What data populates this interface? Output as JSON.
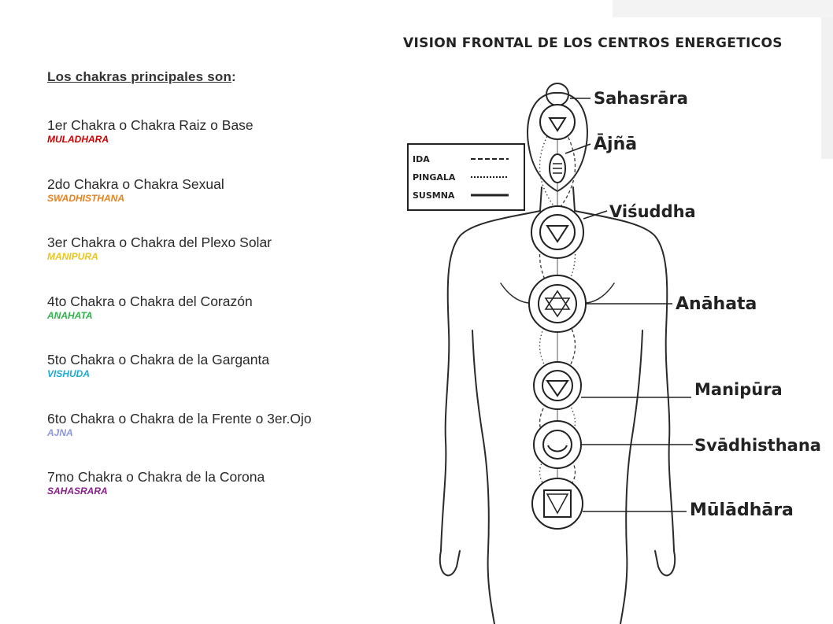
{
  "heading": {
    "text": "Los chakras principales son",
    "colon": ":"
  },
  "chakras": [
    {
      "name": "1er Chakra o Chakra Raiz o Base",
      "sanskrit": "MULADHARA",
      "color": "#cc0000"
    },
    {
      "name": "2do Chakra o Chakra Sexual",
      "sanskrit": "SWADHISTHANA",
      "color": "#e8821e"
    },
    {
      "name": "3er Chakra o Chakra del Plexo Solar",
      "sanskrit": "MANIPURA",
      "color": "#e8c51e"
    },
    {
      "name": "4to Chakra o Chakra del Corazón",
      "sanskrit": "ANAHATA",
      "color": "#2fb34a"
    },
    {
      "name": "5to Chakra o Chakra de la Garganta",
      "sanskrit": "VISHUDA",
      "color": "#1eaad6"
    },
    {
      "name": "6to Chakra o Chakra de la Frente o 3er.Ojo",
      "sanskrit": "AJNA",
      "color": "#8c96d8"
    },
    {
      "name": "7mo Chakra o Chakra de la Corona",
      "sanskrit": "SAHASRARA",
      "color": "#8a1e8a"
    }
  ],
  "figure": {
    "title": "VISION FRONTAL DE LOS CENTROS ENERGETICOS",
    "legend": [
      {
        "label": "IDA",
        "style": "dashed"
      },
      {
        "label": "PINGALA",
        "style": "dotted"
      },
      {
        "label": "SUSMNA",
        "style": "solid"
      }
    ],
    "labels": {
      "sahasrara": "Sahasrāra",
      "ajna": "Ājñā",
      "visuddha": "Viśuddha",
      "anahata": "Anāhata",
      "manipura": "Manipūra",
      "svadhisthana": "Svādhisthana",
      "muladhara": "Mūlādhāra"
    }
  }
}
